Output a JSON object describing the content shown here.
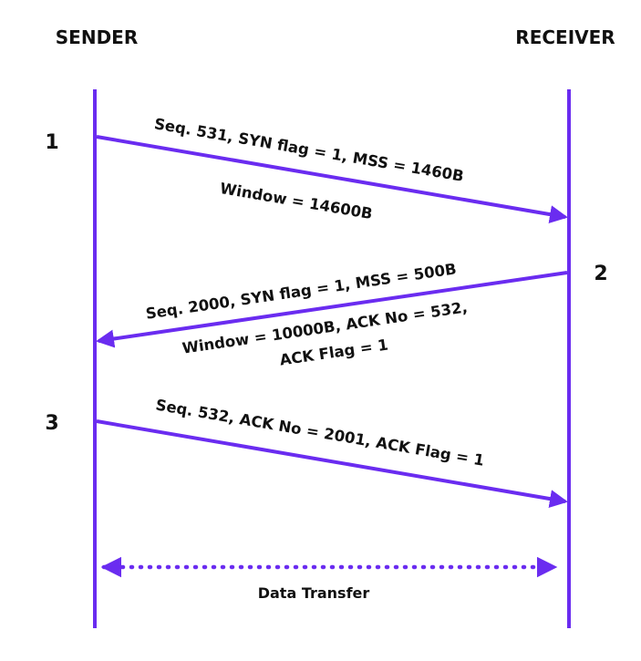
{
  "colors": {
    "line": "#6a2cf0",
    "text": "#111111",
    "background": "#ffffff"
  },
  "headers": {
    "sender": "SENDER",
    "receiver": "RECEIVER"
  },
  "steps": {
    "one": "1",
    "two": "2",
    "three": "3"
  },
  "messages": {
    "syn": {
      "line1": "Seq. 531,  SYN flag = 1, MSS = 1460B",
      "line2": "Window = 14600B"
    },
    "syn_ack": {
      "line1": "Seq. 2000,  SYN flag = 1, MSS = 500B",
      "line2": "Window = 10000B, ACK No = 532,",
      "line3": "ACK Flag = 1"
    },
    "ack": {
      "line1": "Seq. 532,  ACK No = 2001, ACK Flag = 1"
    }
  },
  "data_transfer": {
    "label": "Data Transfer"
  }
}
